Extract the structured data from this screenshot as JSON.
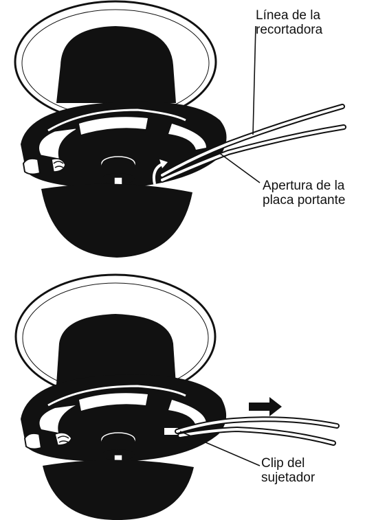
{
  "labels": {
    "trimmer_line": {
      "line1": "Línea de la",
      "line2": "recortadora"
    },
    "carrier_plate_opening": {
      "line1": "Apertura de la",
      "line2": "placa portante"
    },
    "retainer_clip": {
      "line1": "Clip del",
      "line2": "sujetador"
    }
  },
  "colors": {
    "ink": "#111111",
    "paper": "#ffffff",
    "line_fill": "#ffffff"
  },
  "icons": {
    "arrow": "pull-direction-arrow-icon"
  }
}
